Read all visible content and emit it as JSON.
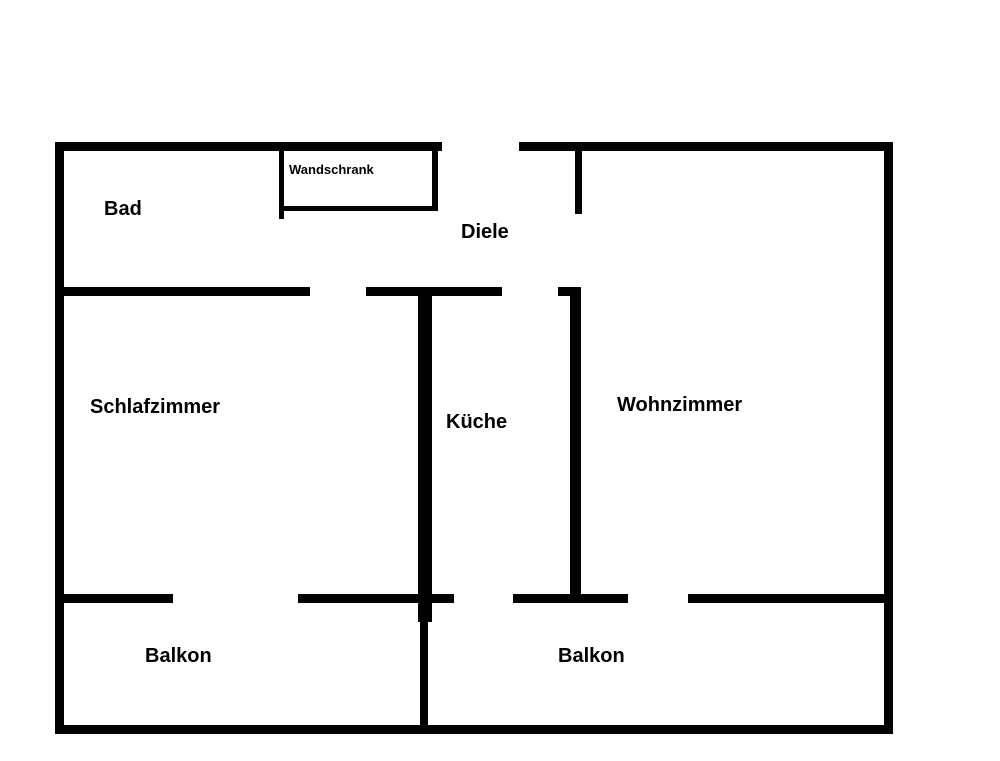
{
  "floorplan": {
    "rooms": {
      "bad": "Bad",
      "wandschrank": "Wandschrank",
      "diele": "Diele",
      "schlafzimmer": "Schlafzimmer",
      "kueche": "Küche",
      "wohnzimmer": "Wohnzimmer",
      "balkon_left": "Balkon",
      "balkon_right": "Balkon"
    },
    "colors": {
      "wall": "#000000",
      "background": "#ffffff"
    }
  }
}
